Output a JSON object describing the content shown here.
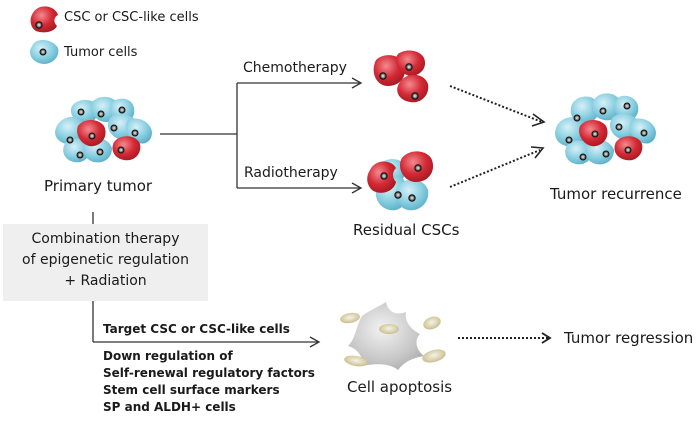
{
  "legend": {
    "items": [
      {
        "label": "CSC or CSC-like cells",
        "color": "#d42a35"
      },
      {
        "label": "Tumor  cells",
        "color": "#7ec8dc"
      }
    ]
  },
  "nodes": {
    "primary_tumor": "Primary tumor",
    "chemotherapy": "Chemotherapy",
    "radiotherapy": "Radiotherapy",
    "residual_cscs": "Residual CSCs",
    "tumor_recurrence": "Tumor recurrence",
    "combination_therapy": [
      "Combination therapy",
      "of epigenetic regulation",
      "+ Radiation"
    ],
    "target": "Target CSC or CSC-like cells",
    "mechanisms": [
      "Down regulation of",
      "Self-renewal regulatory factors",
      "Stem cell surface markers",
      "SP and ALDH+ cells"
    ],
    "cell_apoptosis": "Cell apoptosis",
    "tumor_regression": "Tumor regression"
  },
  "colors": {
    "csc_red": "#d42a35",
    "tumor_blue": "#7ec8dc",
    "apoptosis_gray": "#bdbdbd",
    "debris_tan": "#d8cfa6",
    "box_gray": "#efefef"
  }
}
